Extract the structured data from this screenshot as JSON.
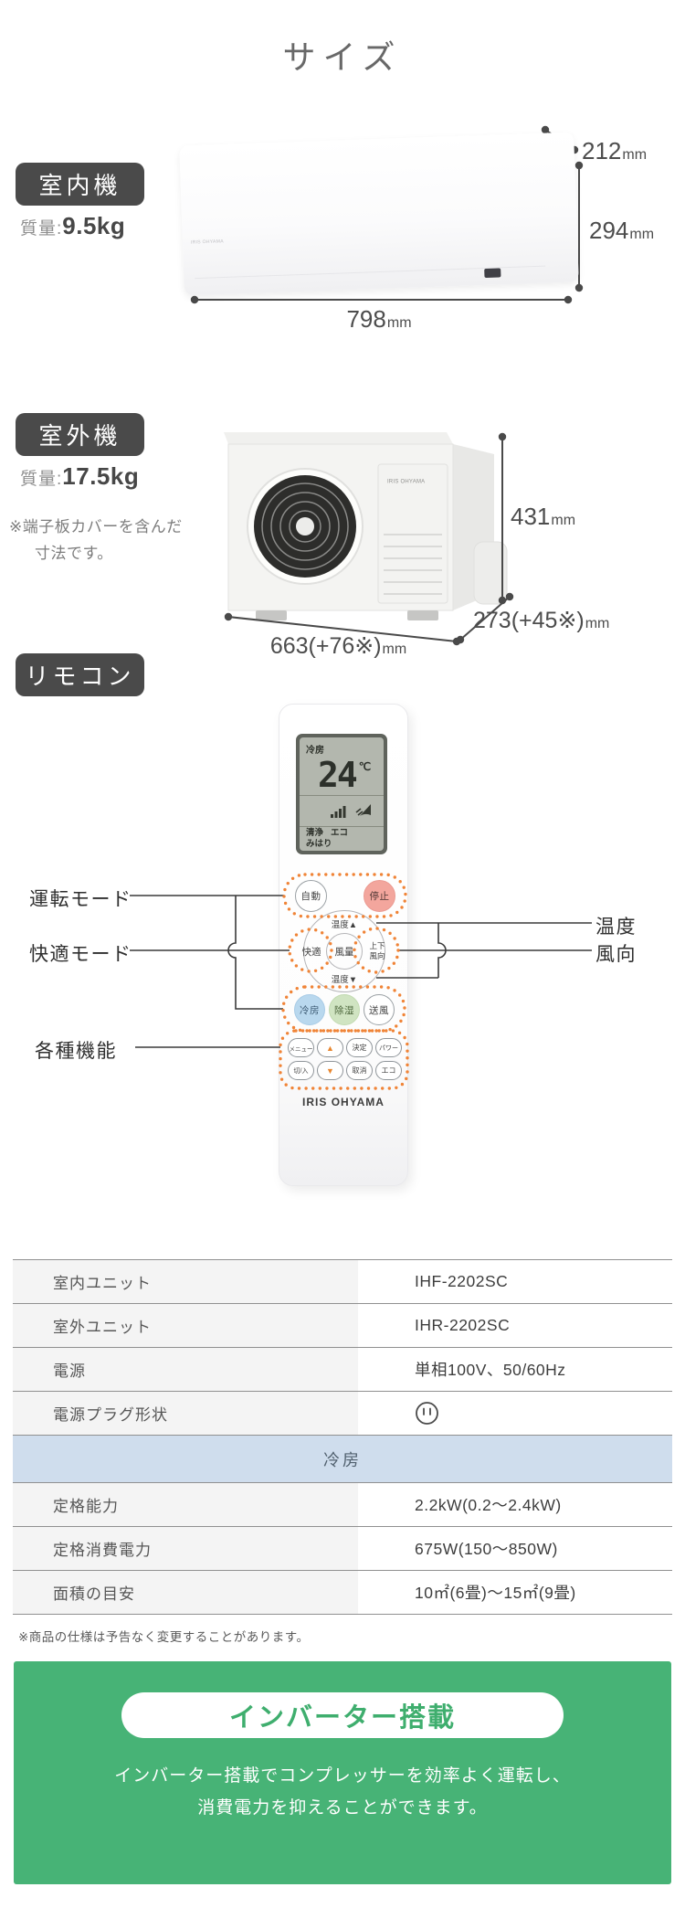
{
  "page": {
    "title": "サイズ"
  },
  "colors": {
    "badge_bg": "#4a4a4a",
    "accent_green": "#47b376",
    "dotted_orange": "#f08437",
    "table_header_blue": "#cfdded",
    "stop_button_pink": "#f3a69d",
    "cool_button_blue": "#b9d8ee",
    "dry_button_green": "#d0e4c2"
  },
  "indoor": {
    "badge": "室内機",
    "weight_label": "質量:",
    "weight_value": "9.5kg",
    "brand": "IRIS OHYAMA",
    "dim_width": {
      "num": "798",
      "unit": "mm"
    },
    "dim_depth": {
      "num": "212",
      "unit": "mm"
    },
    "dim_height": {
      "num": "294",
      "unit": "mm"
    }
  },
  "outdoor": {
    "badge": "室外機",
    "weight_label": "質量:",
    "weight_value": "17.5kg",
    "note_line1": "※端子板カバーを含んだ",
    "note_line2": "寸法です。",
    "brand": "IRIS OHYAMA",
    "dim_width": {
      "num": "663(+76※)",
      "unit": "mm"
    },
    "dim_depth": {
      "num": "273(+45※)",
      "unit": "mm"
    },
    "dim_height": {
      "num": "431",
      "unit": "mm"
    }
  },
  "remote": {
    "badge": "リモコン",
    "brand": "IRIS OHYAMA",
    "lcd": {
      "mode": "冷房",
      "temp": "24",
      "temp_unit": "℃",
      "icons": [
        "signal-bars-icon",
        "swing-louver-icon"
      ],
      "status1": "清浄",
      "status2": "エコ",
      "status3": "みはり"
    },
    "buttons": {
      "auto": "自動",
      "stop": "停止",
      "temp_up": "温度▲",
      "comfort": "快適",
      "fan": "風量",
      "louver_line1": "上下",
      "louver_line2": "風向",
      "temp_down": "温度▼",
      "mode_cool": "冷房",
      "mode_dry": "除湿",
      "mode_fan": "送風",
      "menu": "メニュー",
      "up": "▲",
      "ok": "決定",
      "power": "パワー",
      "timer": "切/入",
      "down": "▼",
      "cancel": "取消",
      "eco": "エコ"
    },
    "labels": {
      "left_mode": "運転モード",
      "left_comfort": "快適モード",
      "left_funcs": "各種機能",
      "right_temp": "温度",
      "right_louver": "風向"
    }
  },
  "spec": {
    "rows": [
      {
        "label": "室内ユニット",
        "value": "IHF-2202SC"
      },
      {
        "label": "室外ユニット",
        "value": "IHR-2202SC"
      },
      {
        "label": "電源",
        "value": "単相100V、50/60Hz"
      },
      {
        "label": "電源プラグ形状",
        "value": "",
        "icon": "power-plug-icon"
      },
      {
        "label": "定格能力",
        "value": "2.2kW(0.2〜2.4kW)"
      },
      {
        "label": "定格消費電力",
        "value": "675W(150〜850W)"
      },
      {
        "label": "面積の目安",
        "value": "10㎡(6畳)〜15㎡(9畳)"
      }
    ],
    "section_header": "冷房",
    "note": "※商品の仕様は予告なく変更することがあります。"
  },
  "inverter": {
    "badge": "インバーター搭載",
    "line1": "インバーター搭載でコンプレッサーを効率よく運転し、",
    "line2": "消費電力を抑えることができます。"
  }
}
